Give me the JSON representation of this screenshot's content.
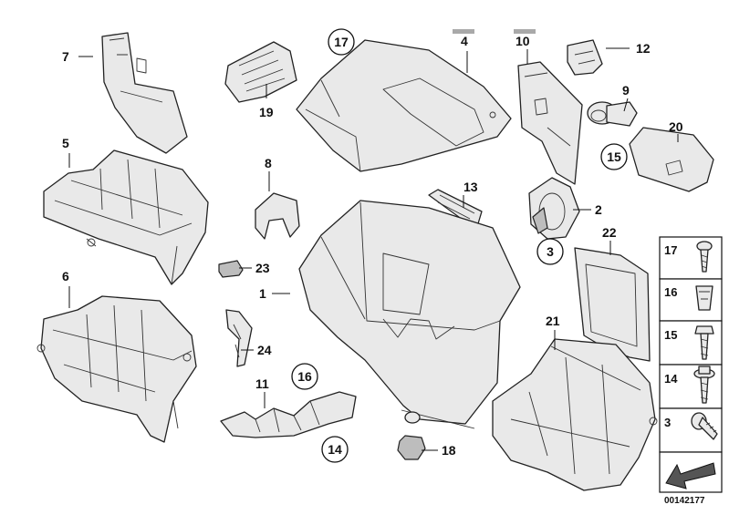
{
  "callouts": {
    "c1": "1",
    "c2": "2",
    "c3": "3",
    "c4": "4",
    "c5": "5",
    "c6": "6",
    "c7": "7",
    "c8": "8",
    "c9": "9",
    "c10": "10",
    "c11": "11",
    "c12": "12",
    "c13": "13",
    "c14": "14",
    "c15": "15",
    "c16": "16",
    "c17": "17",
    "c18": "18",
    "c19": "19",
    "c20": "20",
    "c21": "21",
    "c22": "22",
    "c23": "23",
    "c24": "24"
  },
  "legend": {
    "items": [
      "17",
      "16",
      "15",
      "14",
      "3"
    ]
  },
  "doc_number": "00142177"
}
